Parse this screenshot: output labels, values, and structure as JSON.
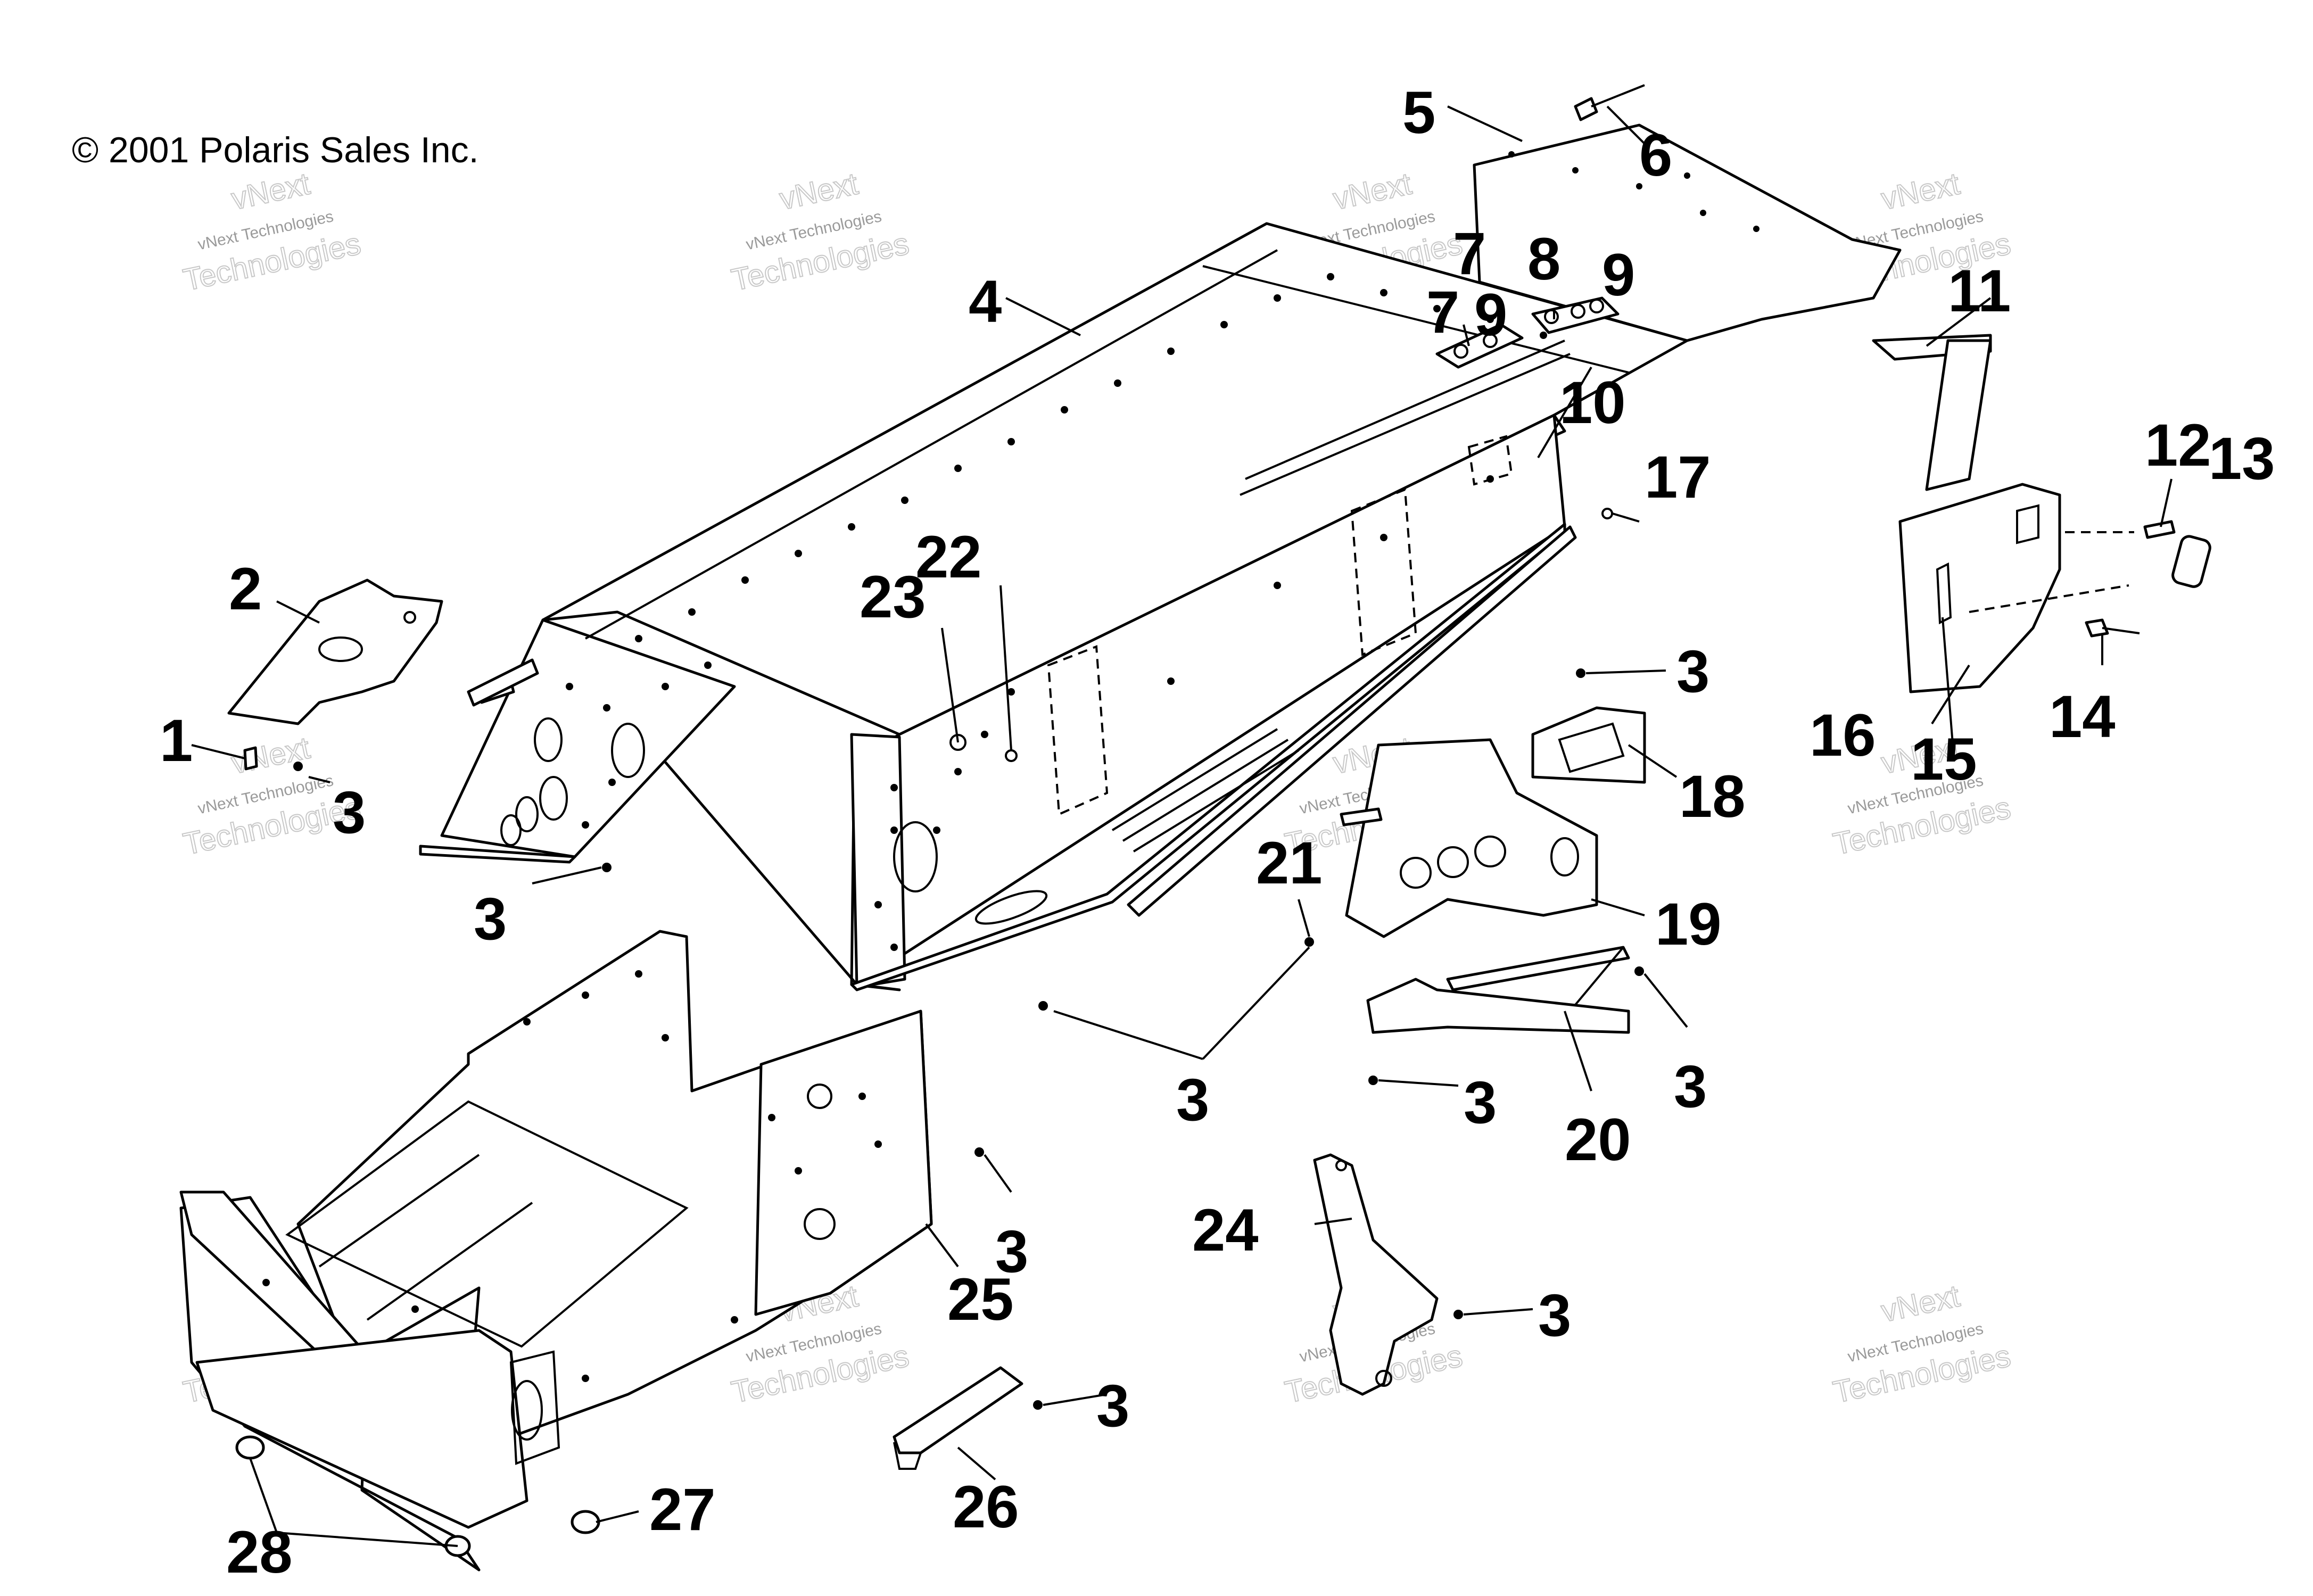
{
  "copyright": "© 2001 Polaris Sales Inc.",
  "watermark": {
    "line1": "vNext",
    "line2": "vNext Technologies",
    "line3": "Technologies"
  },
  "callouts": {
    "c1": "1",
    "c2": "2",
    "c3": "3",
    "c4": "4",
    "c5": "5",
    "c6": "6",
    "c7": "7",
    "c8": "8",
    "c9": "9",
    "c10": "10",
    "c11": "11",
    "c12": "12",
    "c13": "13",
    "c14": "14",
    "c15": "15",
    "c16": "16",
    "c17": "17",
    "c18": "18",
    "c19": "19",
    "c20": "20",
    "c21": "21",
    "c22": "22",
    "c23": "23",
    "c24": "24",
    "c25": "25",
    "c26": "26",
    "c27": "27",
    "c28": "28"
  }
}
